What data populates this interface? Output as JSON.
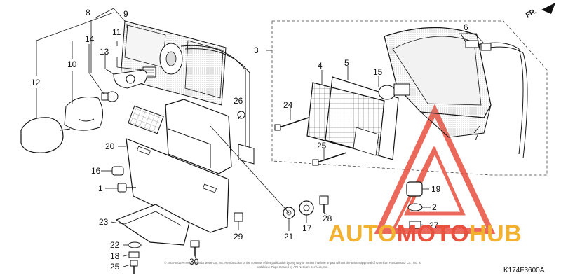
{
  "diagram": {
    "direction_label": "FR.",
    "drawing_code": "K174F3600A",
    "fine_print": "© 2003-2015 American Honda Motor Co., Inc. Reproduction of the contents of this publication by any way or means in whole or part without the written approval of American Honda Motor Co., Inc. is prohibited. Page created by ARI Network Services, Inc.",
    "callouts": [
      "1",
      "2",
      "3",
      "4",
      "5",
      "6",
      "7",
      "8",
      "9",
      "10",
      "11",
      "12",
      "13",
      "14",
      "15",
      "16",
      "17",
      "18",
      "19",
      "20",
      "21",
      "22",
      "23",
      "24",
      "25",
      "25",
      "26",
      "27",
      "28",
      "29",
      "30"
    ]
  },
  "watermark": {
    "part1": "AUTO",
    "part2": "MOTO",
    "part3": "HUB",
    "colors": {
      "orange": "#f2b230",
      "red": "#e8503f"
    }
  }
}
